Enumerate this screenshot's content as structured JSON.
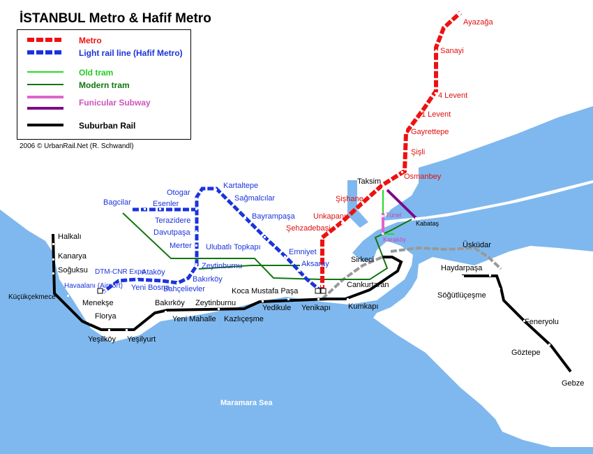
{
  "title": "İSTANBUL Metro & Hafif Metro",
  "credit": "2006 © UrbanRail.Net (R. Schwandl)",
  "sea_label": "Maramara Sea",
  "colors": {
    "water": "#7fb8ee",
    "metro": "#ee1111",
    "light_rail": "#1a33dd",
    "old_tram": "#22dd22",
    "modern_tram": "#117711",
    "funicular": "#dd66cc",
    "subway": "#7a0a8a",
    "suburban": "#000000",
    "suburban_gray": "#999999"
  },
  "legend": {
    "metro": "Metro",
    "light_rail": "Light rail line (Hafif Metro)",
    "old_tram": "Old tram",
    "modern_tram": "Modern tram",
    "funicular": "Funicular Subway",
    "suburban": "Suburban Rail"
  },
  "stations": {
    "metro": [
      "Ayazağa",
      "Sanayi",
      "4 Levent",
      "1 Levent",
      "Gayrettepe",
      "Şişli",
      "Osmanbey",
      "Taksim",
      "Şişhane",
      "Unkapanı",
      "Şehzadebaşi"
    ],
    "light_rail": [
      "Bagcilar",
      "Esenler",
      "Otogar",
      "Kartaltepe",
      "Sağmalcılar",
      "Bayrampaşa",
      "Terazidere",
      "Davutpaşa",
      "Merter",
      "Ulubatlı Topkapı",
      "Emniyet",
      "Aksaray",
      "Zeytinburnu",
      "Bakırköy",
      "Bahçelievler",
      "Ataköy",
      "Yeni Bosna",
      "DTM-CNR Expo",
      "Havaalanı (Airport)"
    ],
    "funicular": [
      "Tünel",
      "Karaköy",
      "Kabataş"
    ],
    "suburban": [
      "Halkalı",
      "Kanarya",
      "Soğuksu",
      "Küçükçekmece",
      "Menekşe",
      "Florya",
      "Yeşilköy",
      "Yeşilyurt",
      "Bakırköy",
      "Zeytinburnu",
      "Yeni Mahalle",
      "Kazlıçeşme",
      "Koca Mustafa Paşa",
      "Yedikule",
      "Yenikapı",
      "Kumkapı",
      "Cankurtaran",
      "Sirkeci",
      "Üsküdar",
      "Haydarpaşa",
      "Söğütlüçeşme",
      "Feneryolu",
      "Göztepe",
      "Gebze"
    ]
  }
}
